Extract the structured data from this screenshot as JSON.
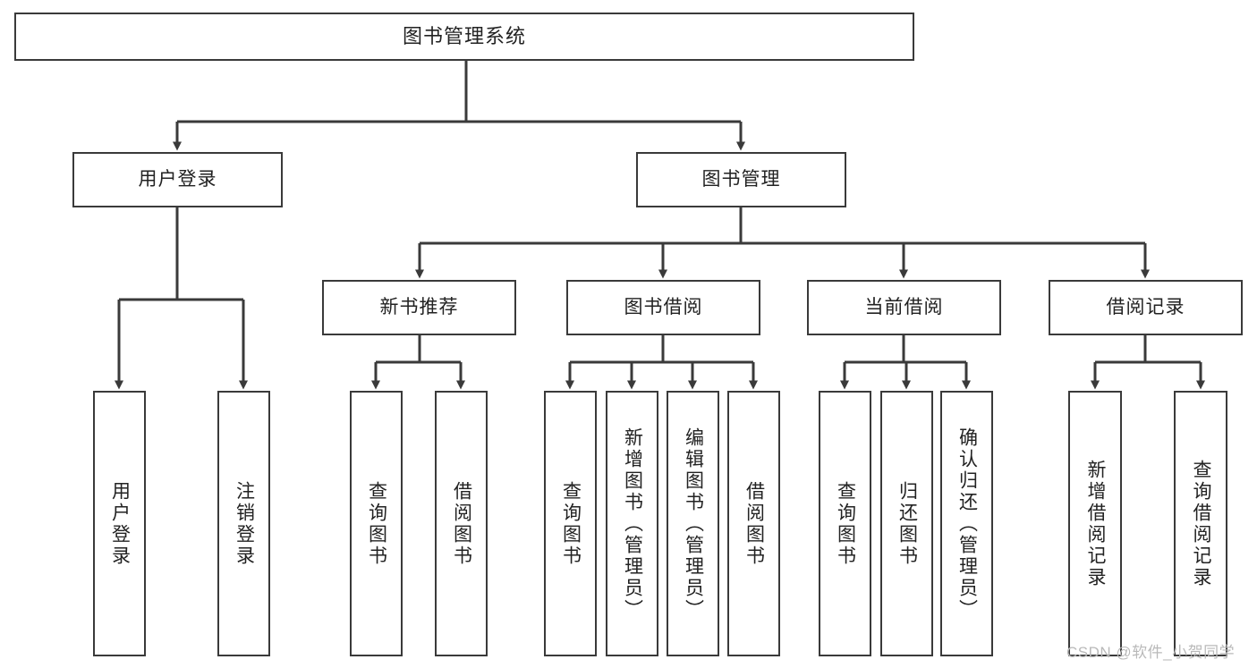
{
  "diagram": {
    "title": "图书管理系统",
    "type": "functional-structure-tree",
    "colors": {
      "box_border": "#3a3a3a",
      "box_fill": "#ffffff",
      "connector": "#3a3a3a",
      "text": "#222222",
      "watermark": "#b9b9b9"
    },
    "nodes": {
      "root": {
        "label": "图书管理系统"
      },
      "level1": [
        {
          "id": "user-login",
          "label": "用户登录"
        },
        {
          "id": "book-manage",
          "label": "图书管理"
        }
      ],
      "level2": [
        {
          "id": "new-book-recommend",
          "label": "新书推荐"
        },
        {
          "id": "book-borrow",
          "label": "图书借阅"
        },
        {
          "id": "current-borrow",
          "label": "当前借阅"
        },
        {
          "id": "borrow-record",
          "label": "借阅记录"
        }
      ],
      "leaves": {
        "user-login": [
          {
            "id": "leaf-user-login",
            "label": "用户登录"
          },
          {
            "id": "leaf-logout-login",
            "label": "注销登录"
          }
        ],
        "new-book-recommend": [
          {
            "id": "leaf-query-book-1",
            "label": "查询图书"
          },
          {
            "id": "leaf-borrow-book-1",
            "label": "借阅图书"
          }
        ],
        "book-borrow": [
          {
            "id": "leaf-query-book-2",
            "label": "查询图书"
          },
          {
            "id": "leaf-add-book",
            "label": "新增图书（管理员）"
          },
          {
            "id": "leaf-edit-book",
            "label": "编辑图书（管理员）"
          },
          {
            "id": "leaf-borrow-book-2",
            "label": "借阅图书"
          }
        ],
        "current-borrow": [
          {
            "id": "leaf-query-book-3",
            "label": "查询图书"
          },
          {
            "id": "leaf-return-book",
            "label": "归还图书"
          },
          {
            "id": "leaf-confirm-return",
            "label": "确认归还（管理员）"
          }
        ],
        "borrow-record": [
          {
            "id": "leaf-add-record",
            "label": "新增借阅记录"
          },
          {
            "id": "leaf-query-record",
            "label": "查询借阅记录"
          }
        ]
      }
    },
    "watermark": "CSDN @软件_小贺同学"
  }
}
